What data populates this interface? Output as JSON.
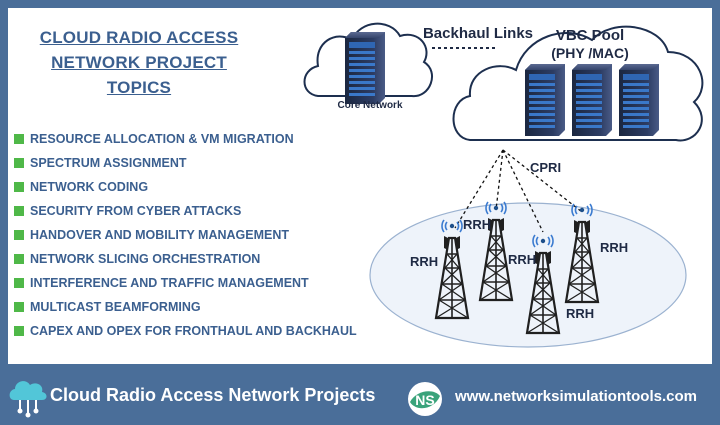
{
  "header": {
    "title_lines": [
      "CLOUD RADIO ACCESS",
      "NETWORK PROJECT",
      "TOPICS"
    ]
  },
  "topics": [
    "RESOURCE ALLOCATION &  VM MIGRATION",
    "SPECTRUM ASSIGNMENT",
    "NETWORK CODING",
    "SECURITY FROM CYBER ATTACKS",
    "HANDOVER AND MOBILITY MANAGEMENT",
    "NETWORK SLICING ORCHESTRATION",
    "INTERFERENCE AND TRAFFIC MANAGEMENT",
    "MULTICAST BEAMFORMING",
    "CAPEX AND OPEX  FOR FRONTHAUL AND BACKHAUL"
  ],
  "diagram": {
    "core_network_label": "Core Network",
    "backhaul_label": "Backhaul Links",
    "vbc_pool_line1": "VBC Pool",
    "vbc_pool_line2": "(PHY /MAC)",
    "cpri_label": "CPRI",
    "rrh_labels": [
      "RRH",
      "RRH",
      "RRH",
      "RRH",
      "RRH"
    ]
  },
  "footer": {
    "title": "Cloud Radio Access Network Projects",
    "logo_text": "NS",
    "url": "www.networksimulationtools.com"
  },
  "colors": {
    "frame": "#4a6e99",
    "heading": "#3b5f8f",
    "bullet": "#4fb848",
    "dark_text": "#1f2a44"
  }
}
